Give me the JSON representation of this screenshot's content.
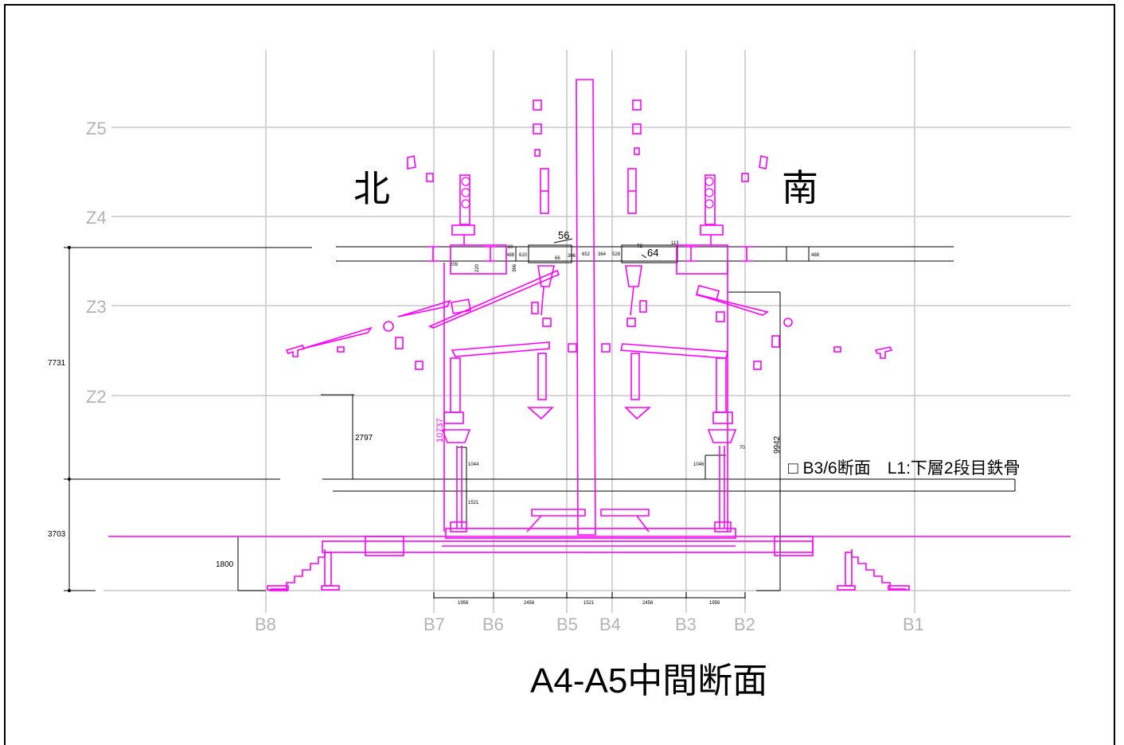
{
  "title": "A4-A5中間断面",
  "direction_labels": {
    "north": "北",
    "south": "南"
  },
  "section_note": "□ B3/6断面　L1:下層2段目鉄骨",
  "grid_rows": [
    {
      "label": "Z5"
    },
    {
      "label": "Z4"
    },
    {
      "label": "Z3"
    },
    {
      "label": "Z2"
    }
  ],
  "grid_cols": [
    {
      "label": "B8"
    },
    {
      "label": "B7"
    },
    {
      "label": "B6"
    },
    {
      "label": "B5"
    },
    {
      "label": "B4"
    },
    {
      "label": "B3"
    },
    {
      "label": "B2"
    },
    {
      "label": "B1"
    }
  ],
  "dimensions": {
    "left_total": "7731",
    "left_lower": "3703",
    "left_base": "1800",
    "mid_height": "2797",
    "magenta_vertical": "10737",
    "right_height": "9942",
    "post_left_upper": "1044",
    "post_left_lower": "1521",
    "post_right": "1046",
    "post_right_small": "70",
    "beam_top_left": "56",
    "beam_top_right": "64",
    "bottom_spans": [
      "1956",
      "2456",
      "1521",
      "2456",
      "1956"
    ],
    "beam_small": [
      "80",
      "488",
      "610",
      "66",
      "306",
      "652",
      "364",
      "528",
      "72",
      "113",
      "488",
      "209",
      "220",
      "366"
    ]
  },
  "colors": {
    "structure": "#ff00ff",
    "grid": "#c8c8c8",
    "dimension": "#000000"
  }
}
